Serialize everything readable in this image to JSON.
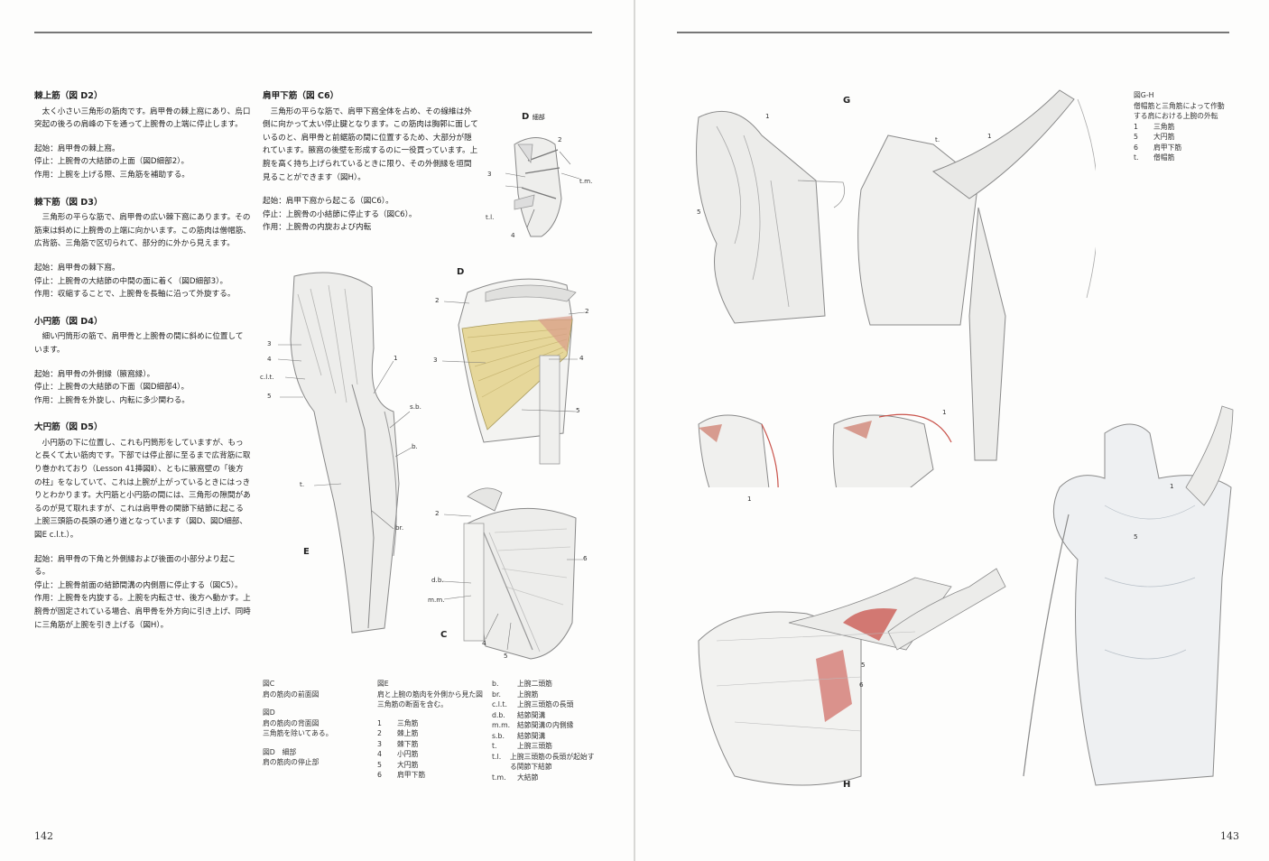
{
  "left_page": {
    "page_number": "142",
    "sections": [
      {
        "title": "棘上筋（図 D2）",
        "body": "太く小さい三角形の筋肉です。肩甲骨の棘上窩にあり、烏口突起の後ろの肩峰の下を通って上腕骨の上端に停止します。",
        "details": [
          "起始：肩甲骨の棘上窩。",
          "停止：上腕骨の大結節の上面（図D細部2）。",
          "作用：上腕を上げる際、三角筋を補助する。"
        ]
      },
      {
        "title": "棘下筋（図 D3）",
        "body": "三角形の平らな筋で、肩甲骨の広い棘下窩にあります。その筋束は斜めに上腕骨の上端に向かいます。この筋肉は僧帽筋、広背筋、三角筋で区切られて、部分的に外から見えます。",
        "details": [
          "起始：肩甲骨の棘下窩。",
          "停止：上腕骨の大結節の中間の面に着く（図D細部3）。",
          "作用：収縮することで、上腕骨を長軸に沿って外旋する。"
        ]
      },
      {
        "title": "小円筋（図 D4）",
        "body": "細い円筒形の筋で、肩甲骨と上腕骨の間に斜めに位置しています。",
        "details": [
          "起始：肩甲骨の外側縁（腋窩縁）。",
          "停止：上腕骨の大結節の下面（図D細部4）。",
          "作用：上腕骨を外旋し、内転に多少関わる。"
        ]
      },
      {
        "title": "大円筋（図 D5）",
        "body": "小円筋の下に位置し、これも円筒形をしていますが、もっと長くて太い筋肉です。下部では停止部に至るまで広背筋に取り巻かれており（Lesson 41挿図Ⅱ）、ともに腋窩壁の「後方の柱」をなしていて、これは上腕が上がっているときにはっきりとわかります。大円筋と小円筋の間には、三角形の隙間があるのが見て取れますが、これは肩甲骨の関節下結節に起こる上腕三頭筋の長頭の通り道となっています（図D、図D細部、図E c.l.t.）。",
        "details": [
          "起始：肩甲骨の下角と外側縁および後面の小部分より起こる。",
          "停止：上腕骨前面の結節間溝の内側唇に停止する（図C5）。",
          "作用：上腕骨を内旋する。上腕を内転させ、後方へ動かす。上腕骨が固定されている場合、肩甲骨を外方向に引き上げ、同時に三角筋が上腕を引き上げる（図H）。"
        ]
      }
    ],
    "sections_col2": [
      {
        "title": "肩甲下筋（図 C6）",
        "body": "三角形の平らな筋で、肩甲下窩全体を占め、その線維は外側に向かって太い停止腱となります。この筋肉は胸郭に面しているのと、肩甲骨と前鋸筋の間に位置するため、大部分が隠れています。腋窩の後壁を形成するのに一役買っています。上腕を高く持ち上げられているときに限り、その外側縁を垣間見ることができます（図H）。",
        "details": [
          "起始：肩甲下窩から起こる（図C6）。",
          "停止：上腕骨の小結節に停止する（図C6）。",
          "作用：上腕骨の内旋および内転"
        ]
      }
    ],
    "figures": {
      "D_detail": {
        "letter": "D",
        "sub": "細部",
        "labels": [
          "2",
          "3",
          "t.m.",
          "t.l.",
          "4"
        ]
      },
      "E": {
        "letter": "E",
        "labels": [
          "3",
          "4",
          "c.l.t.",
          "5",
          "1",
          "s.b.",
          "b.",
          "t.",
          "br."
        ]
      },
      "D": {
        "letter": "D",
        "labels": [
          "2",
          "2",
          "3",
          "4",
          "5"
        ]
      },
      "C": {
        "letter": "C",
        "labels": [
          "2",
          "6",
          "d.b.",
          "m.m.",
          "4",
          "5"
        ]
      }
    },
    "captions": {
      "col_a": [
        {
          "title": "図C",
          "lines": [
            "肩の筋肉の前面図"
          ]
        },
        {
          "title": "図D",
          "lines": [
            "肩の筋肉の背面図",
            "三角筋を除いてある。"
          ]
        },
        {
          "title": "図D　細部",
          "lines": [
            "肩の筋肉の停止部"
          ]
        }
      ],
      "col_b": {
        "title": "図E",
        "lines": [
          "肩と上腕の筋肉を外側から見た図",
          "三角筋の断面を含む。"
        ],
        "legend": [
          {
            "num": "1",
            "name": "三角筋"
          },
          {
            "num": "2",
            "name": "棘上筋"
          },
          {
            "num": "3",
            "name": "棘下筋"
          },
          {
            "num": "4",
            "name": "小円筋"
          },
          {
            "num": "5",
            "name": "大円筋"
          },
          {
            "num": "6",
            "name": "肩甲下筋"
          }
        ]
      },
      "col_c": [
        {
          "ab": "b.",
          "name": "上腕二頭筋"
        },
        {
          "ab": "br.",
          "name": "上腕筋"
        },
        {
          "ab": "c.l.t.",
          "name": "上腕三頭筋の長頭"
        },
        {
          "ab": "d.b.",
          "name": "結節間溝"
        },
        {
          "ab": "m.m.",
          "name": "結節間溝の内側縁"
        },
        {
          "ab": "s.b.",
          "name": "結節間溝"
        },
        {
          "ab": "t.",
          "name": "上腕三頭筋"
        },
        {
          "ab": "t.l.",
          "name": "上腕三頭筋の長頭が起始する関節下結節"
        },
        {
          "ab": "t.m.",
          "name": "大結節"
        }
      ]
    }
  },
  "right_page": {
    "page_number": "143",
    "caption": {
      "title": "図G-H",
      "lines": [
        "僧帽筋と三角筋によって作動",
        "する肩における上腕の外転"
      ],
      "legend": [
        {
          "num": "1",
          "name": "三角筋"
        },
        {
          "num": "5",
          "name": "大円筋"
        },
        {
          "num": "6",
          "name": "肩甲下筋"
        },
        {
          "num": "t.",
          "name": "僧帽筋"
        }
      ]
    },
    "figures": {
      "G": {
        "letter": "G",
        "labels": [
          "1",
          "5",
          "t.",
          "1"
        ]
      },
      "H": {
        "letter": "H",
        "labels": [
          "1",
          "1",
          "5",
          "5",
          "6",
          "1"
        ]
      }
    }
  },
  "colors": {
    "rule": "#777777",
    "muscle_yellow": "#e6d79a",
    "muscle_red": "#c9524a",
    "pencil": "#8a8a8a"
  }
}
